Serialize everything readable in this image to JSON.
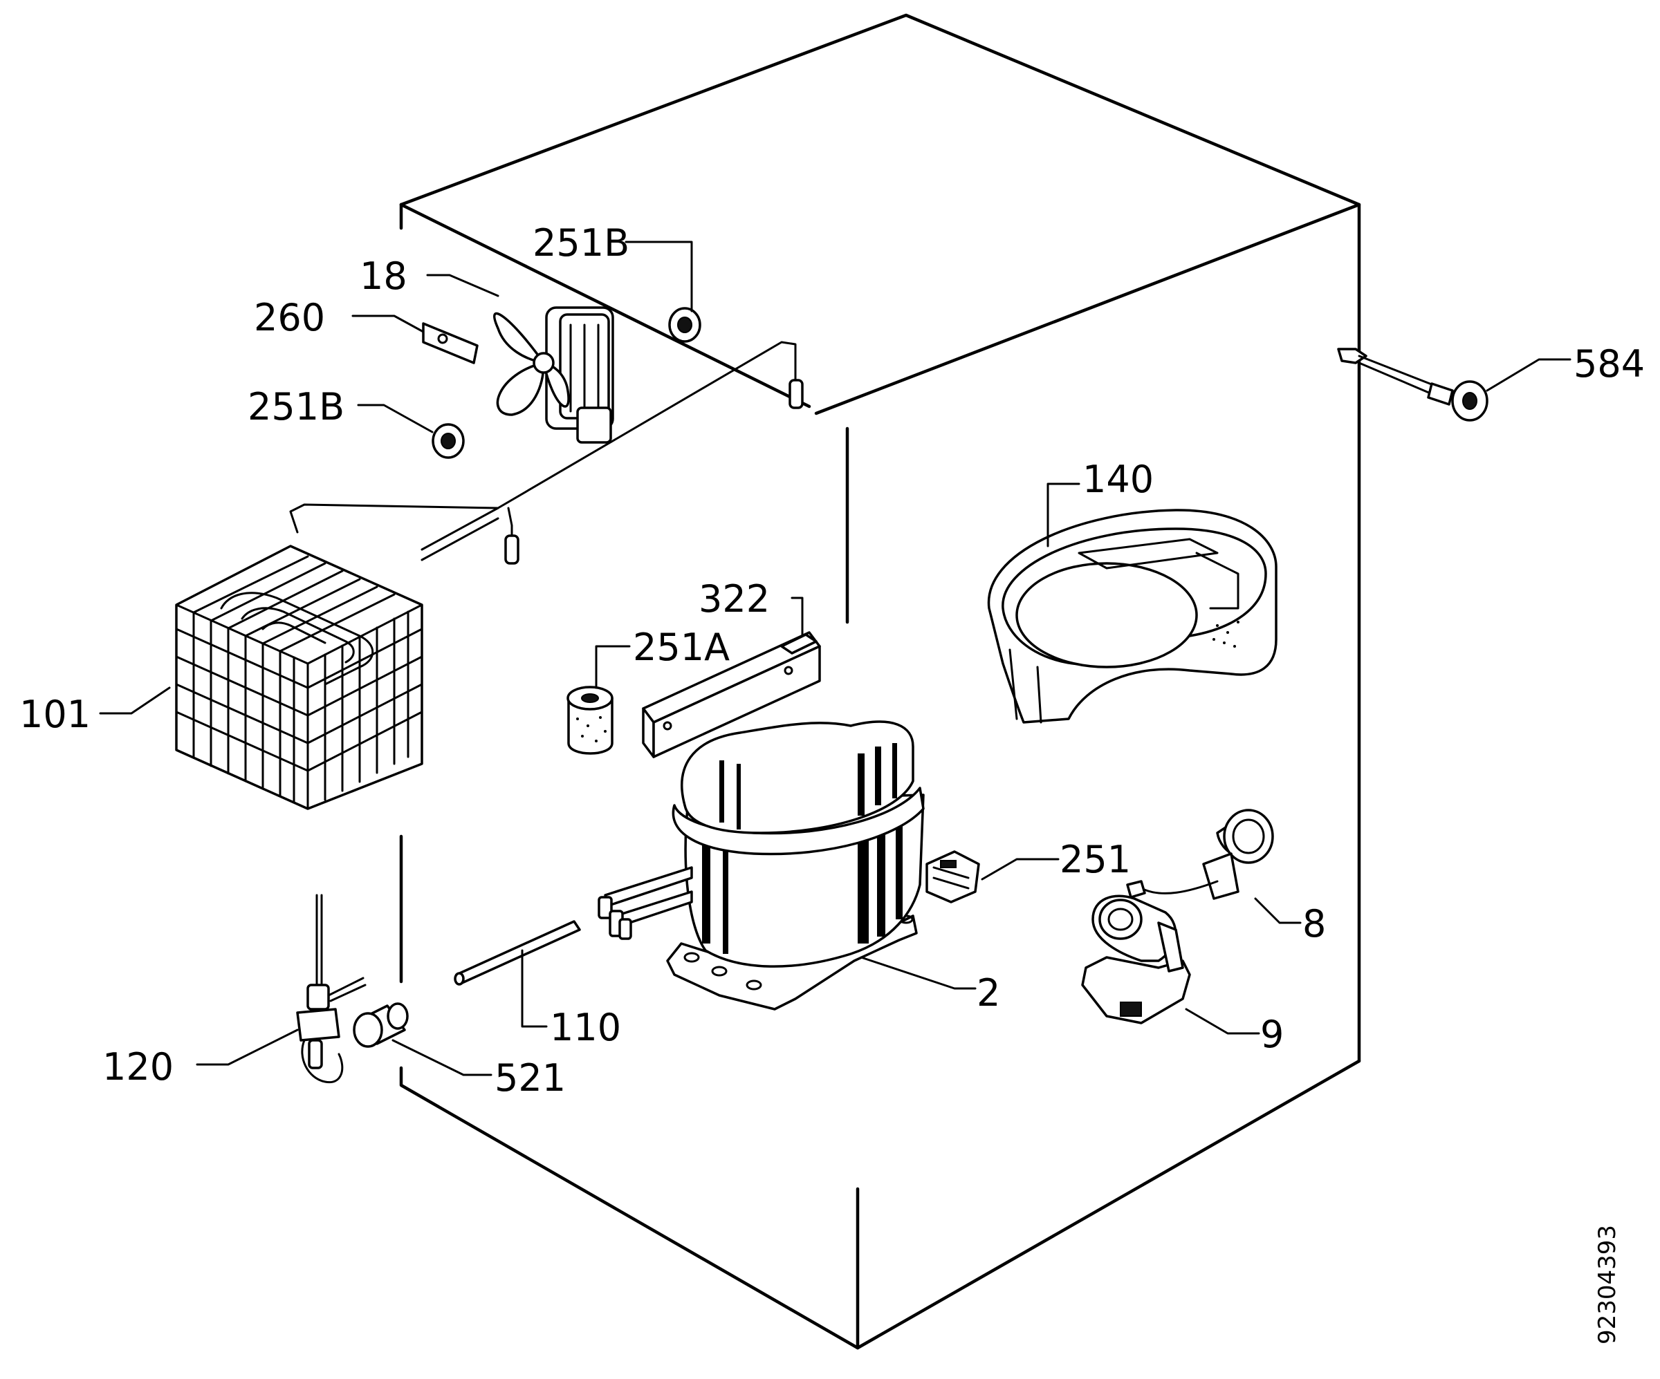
{
  "labels": {
    "fan_motor": "18",
    "grommet_top": "251B",
    "bracket": "260",
    "grommet_left": "251B",
    "evaporator": "101",
    "drain_tray": "140",
    "rail": "322",
    "damper": "251A",
    "ground_lug": "584",
    "compressor": "2",
    "relay_clip": "251",
    "starter": "8",
    "overload": "9",
    "tube": "110",
    "valve": "120",
    "cap": "521"
  },
  "drawing_number": "92304393"
}
